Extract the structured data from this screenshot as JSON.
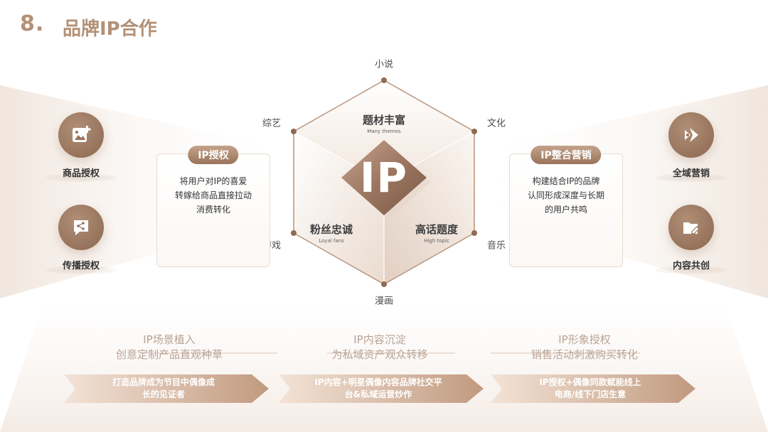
{
  "header": {
    "number": "8.",
    "title": "品牌IP合作"
  },
  "center": {
    "logo_text": "IP",
    "faces": [
      {
        "cn": "题材丰富",
        "en": "Many themes"
      },
      {
        "cn": "粉丝忠诚",
        "en": "Loyal fans"
      },
      {
        "cn": "高话题度",
        "en": "High topic"
      }
    ],
    "vertices": [
      "小说",
      "文化",
      "音乐",
      "漫画",
      "游戏",
      "综艺"
    ]
  },
  "left_card": {
    "title": "IP授权",
    "lines": [
      "将用户对IP的喜爱",
      "转嫁给商品直接拉动",
      "消费转化"
    ]
  },
  "right_card": {
    "title": "IP整合营销",
    "lines": [
      "构建结合IP的品牌",
      "认同形成深度与长期",
      "的用户共鸣"
    ]
  },
  "left_circles": [
    {
      "label": "商品授权",
      "icon": "image-add-icon"
    },
    {
      "label": "传播授权",
      "icon": "share-chat-icon"
    }
  ],
  "right_circles": [
    {
      "label": "全域营销",
      "icon": "swirl-marketing-icon"
    },
    {
      "label": "内容共创",
      "icon": "folder-edit-icon"
    }
  ],
  "bottom": [
    {
      "title1": "IP场景植入",
      "title2": "创意定制产品直观种草",
      "line1": "打造品牌成为节目中偶像成",
      "line2": "长的见证者"
    },
    {
      "title1": "IP内容沉淀",
      "title2": "为私域资产观众转移",
      "line1": "IP内容+明星偶像内容品牌社交平",
      "line2": "台&私域运营炒作"
    },
    {
      "title1": "IP形象授权",
      "title2": "销售活动刺激购买转化",
      "line1": "IP授权+偶像同款赋能线上",
      "line2": "电商/线下门店生意"
    }
  ],
  "colors": {
    "accent": "#b39076",
    "accent_dark": "#8b6750",
    "arrow_light": "#f3e3d7",
    "arrow_dark": "#c19a7f"
  }
}
